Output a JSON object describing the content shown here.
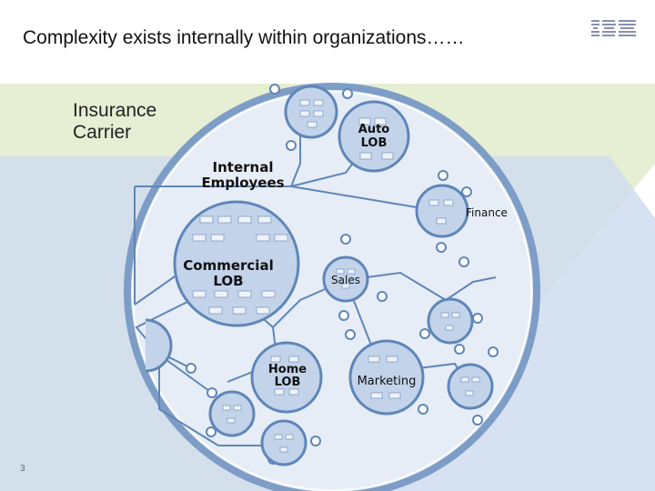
{
  "title": "Complexity exists internally within organizations……",
  "brand": "IBM",
  "carrier_label": "Insurance\nCarrier",
  "page_number": "3",
  "nodes": {
    "auto": "Auto\nLOB",
    "internal": "Internal\nEmployees",
    "finance": "Finance",
    "commercial": "Commercial\nLOB",
    "sales": "Sales",
    "home": "Home\nLOB",
    "marketing": "Marketing"
  },
  "colors": {
    "green_band": "#dfe9c6",
    "blue_band": "#c9d7ec",
    "ring": "#7a9bc6",
    "ring_inner": "#dde7f2",
    "node_fill": "#b9cde6",
    "node_stroke": "#5f86b8",
    "line": "#5f86b8"
  }
}
